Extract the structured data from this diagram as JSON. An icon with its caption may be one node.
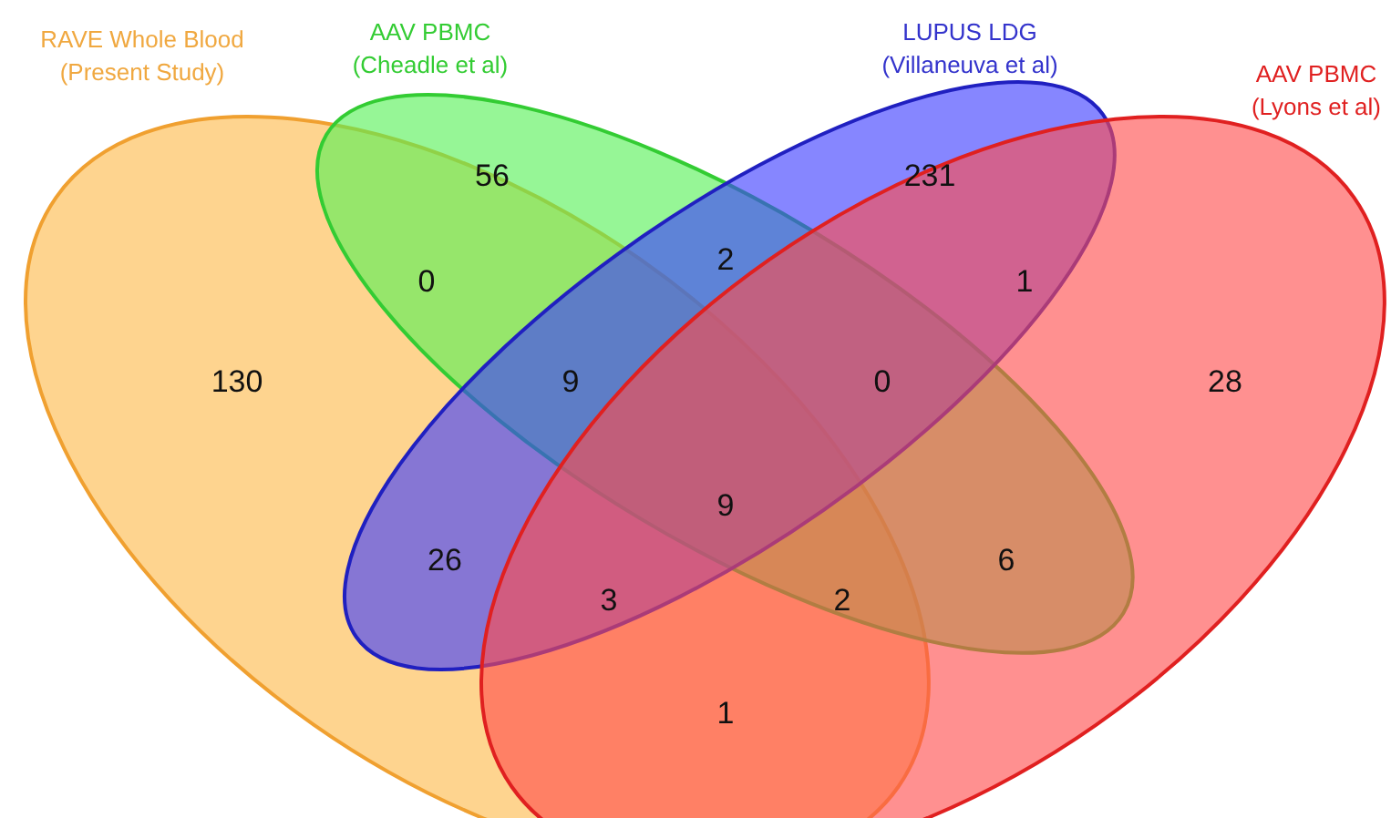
{
  "diagram": {
    "nodes": [
      {
        "text": [
          "RAVE Whole Blood",
          "(Present Study)"
        ]
      },
      {
        "text": [
          "AAV PBMC",
          "(Cheadle et al)"
        ]
      },
      {
        "text": [
          "LUPUS LDG",
          "(Villaneuva et al)"
        ]
      },
      {
        "text": [
          "AAV PBMC",
          "(Lyons et al)"
        ]
      }
    ],
    "edges": [],
    "labels": [
      "56",
      "231",
      "2",
      "0",
      "1",
      "130",
      "9",
      "0",
      "28",
      "9",
      "26",
      "6",
      "3",
      "2",
      "1"
    ]
  }
}
